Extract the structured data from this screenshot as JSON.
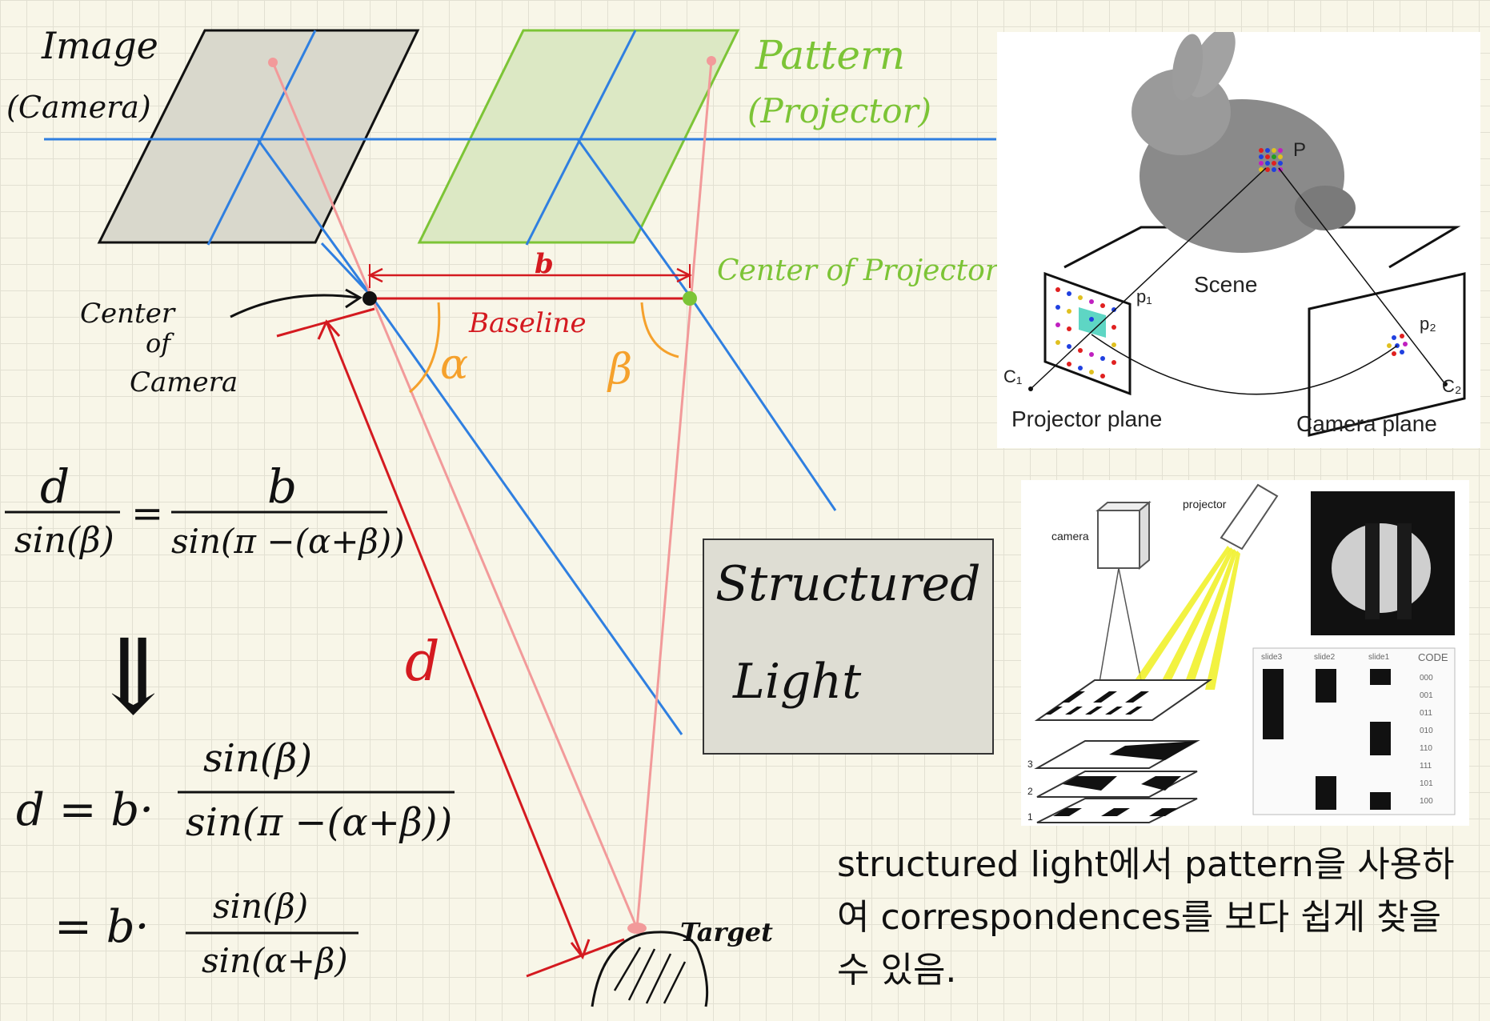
{
  "labels": {
    "image_line1": "Image",
    "image_line2": "(Camera)",
    "pattern_line1": "Pattern",
    "pattern_line2": "(Projector)",
    "center_projector": "Center of Projector",
    "center_camera_1": "Center",
    "center_camera_2": "of",
    "center_camera_3": "Camera",
    "baseline_b": "b",
    "baseline": "Baseline",
    "alpha": "α",
    "beta": "β",
    "d": "d",
    "target": "Target"
  },
  "equations": {
    "eq1_num_left": "d",
    "eq1_den_left": "sin(β)",
    "eq1_equals": "=",
    "eq1_num_right": "b",
    "eq1_den_right": "sin(π −(α+β))",
    "arrow": "⇓",
    "eq2_lhs": "d = b·",
    "eq2_num": "sin(β)",
    "eq2_den": "sin(π −(α+β))",
    "eq3_lhs": "= b·",
    "eq3_num": "sin(β)",
    "eq3_den": "sin(α+β)"
  },
  "title_box": {
    "line1": "Structured",
    "line2": "Light"
  },
  "figure1": {
    "point_p": "P",
    "scene": "Scene",
    "p1": "p₁",
    "p2": "p₂",
    "c1": "C₁",
    "c2": "C₂",
    "projector_plane": "Projector plane",
    "camera_plane": "Camera plane"
  },
  "figure2": {
    "camera": "camera",
    "projector": "projector",
    "slides": [
      "slide3",
      "slide2",
      "slide1"
    ],
    "code_header": "CODE",
    "codes": [
      "000",
      "001",
      "011",
      "010",
      "110",
      "111",
      "101",
      "100"
    ],
    "levels": [
      "3",
      "2",
      "1"
    ]
  },
  "note": "structured light에서 pattern을 사용하여 correspondences를 보다 쉽게 찾을 수 있음.",
  "colors": {
    "camera_plane_fill": "#d9d8cc",
    "projector_plane_fill": "#dce8c4",
    "projector_green": "#7cc436",
    "ray_blue": "#2f7fe0",
    "ray_pink": "#f29a9a",
    "red": "#d41a20",
    "orange": "#f5a12c"
  }
}
